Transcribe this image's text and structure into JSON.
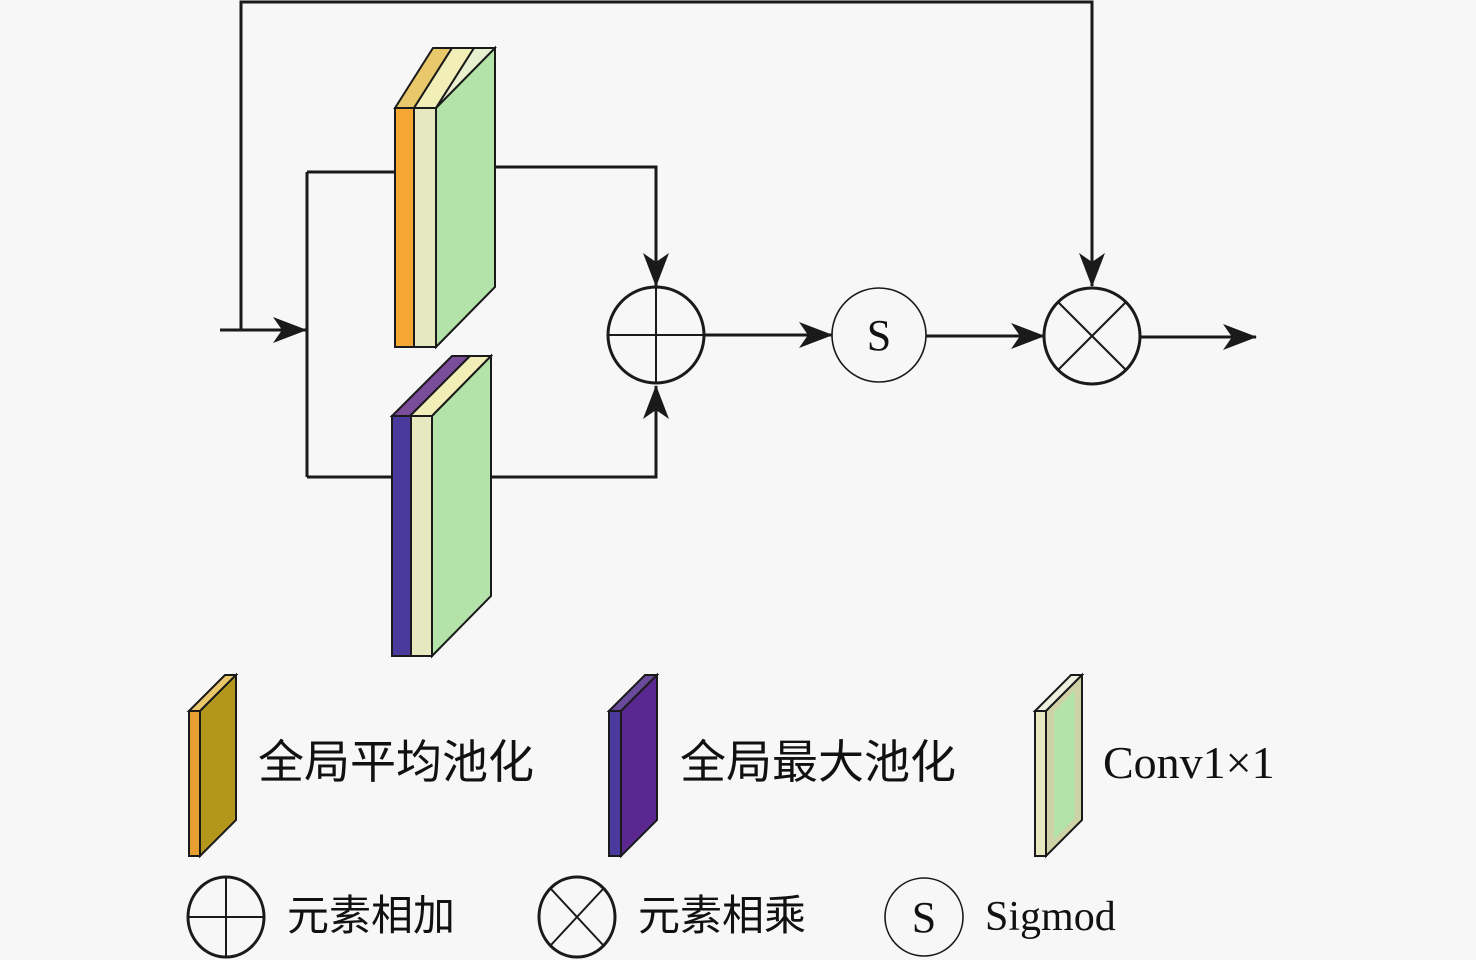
{
  "diagram": {
    "title": "",
    "colors": {
      "background": "#f7f7f7",
      "line": "#1a1a1a",
      "avg_pool": "#f5a733",
      "avg_pool_top": "#e8c86a",
      "max_pool": "#4a3a9e",
      "max_pool_top": "#7a4c9a",
      "conv_front": "#e6e9c0",
      "conv_side": "#b3e3a8",
      "conv_side_dark": "#cfd2a6",
      "legend_avg_side": "#b5961d",
      "legend_avg_front": "#e6a031",
      "legend_max_side": "#5a2790",
      "legend_max_front": "#5a2790"
    },
    "nodes": {
      "add_symbol": "⊕",
      "sigmoid_symbol": "S",
      "multiply_symbol": "⊗"
    },
    "branches": [
      {
        "name": "avg-pool-branch",
        "pool": "全局平均池化",
        "conv": "Conv1×1"
      },
      {
        "name": "max-pool-branch",
        "pool": "全局最大池化",
        "conv": "Conv1×1"
      }
    ]
  },
  "legend": {
    "row1": [
      {
        "icon": "avg-pool-block-icon",
        "label": "全局平均池化"
      },
      {
        "icon": "max-pool-block-icon",
        "label": "全局最大池化"
      },
      {
        "icon": "conv-block-icon",
        "label": "Conv1×1"
      }
    ],
    "row2": [
      {
        "icon": "element-add-icon",
        "label": "元素相加"
      },
      {
        "icon": "element-multiply-icon",
        "label": "元素相乘"
      },
      {
        "icon": "sigmoid-icon",
        "symbol": "S",
        "label": "Sigmod"
      }
    ]
  }
}
